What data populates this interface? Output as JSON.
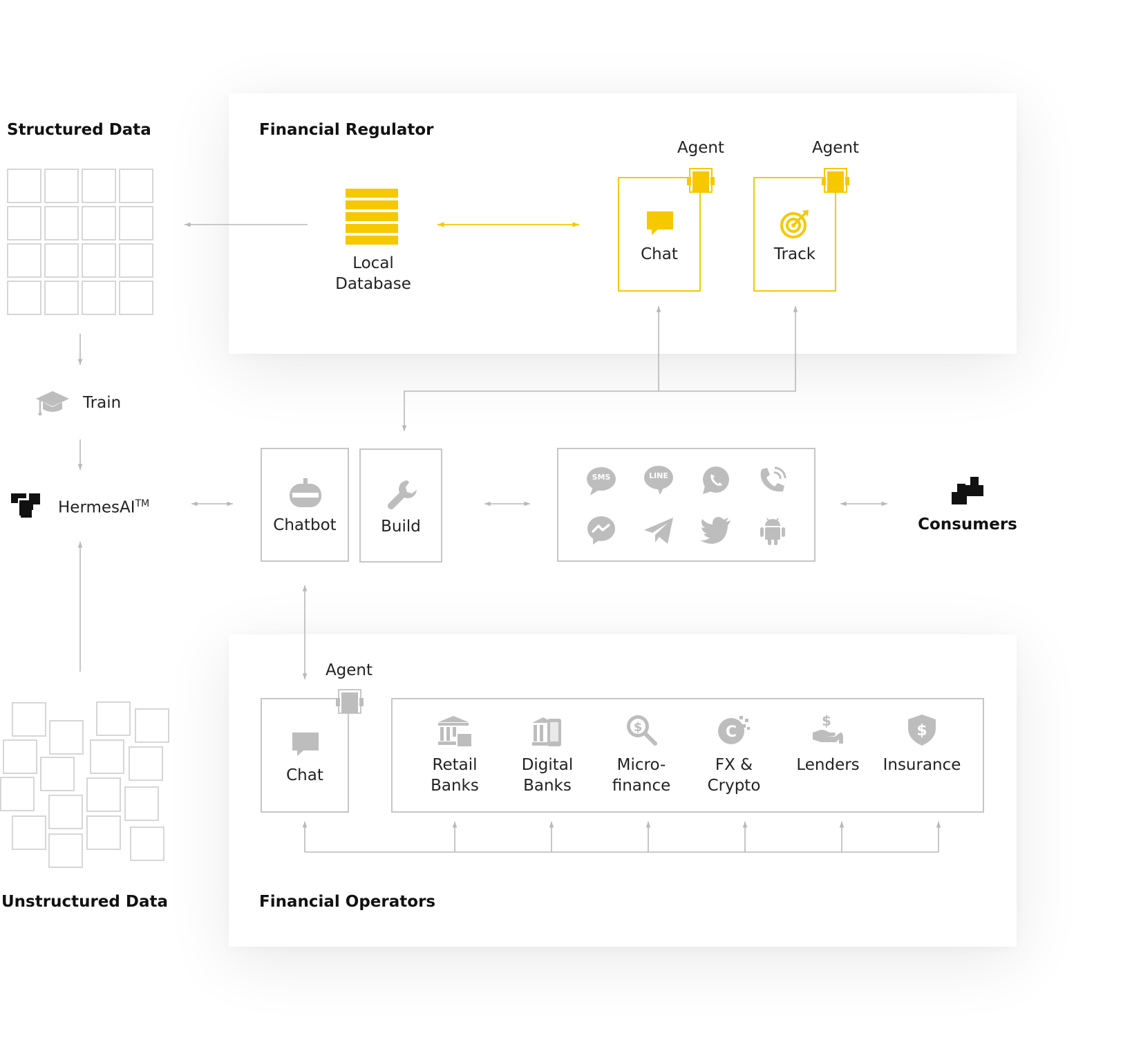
{
  "colors": {
    "accent": "#f6c800",
    "line": "#b8b8b8",
    "icon_gray": "#bdbdbd",
    "border": "#c6c6c6"
  },
  "structured": {
    "title": "Structured Data"
  },
  "unstructured": {
    "title": "Unstructured Data"
  },
  "train": {
    "label": "Train",
    "icon": "graduation-cap-icon"
  },
  "hermes": {
    "label": "HermesAI",
    "tm": "TM",
    "icon": "hermes-logo-icon"
  },
  "regulator": {
    "title": "Financial Regulator",
    "database": {
      "line1": "Local",
      "line2": "Database",
      "icon": "database-icon"
    },
    "agents": [
      {
        "agent_label": "Agent",
        "label": "Chat",
        "icon": "chat-icon"
      },
      {
        "agent_label": "Agent",
        "label": "Track",
        "icon": "target-icon"
      }
    ]
  },
  "middle": {
    "chatbot": {
      "label": "Chatbot",
      "icon": "robot-icon"
    },
    "build": {
      "label": "Build",
      "icon": "wrench-icon"
    },
    "channels": [
      "sms-icon",
      "line-icon",
      "whatsapp-icon",
      "phone-icon",
      "messenger-icon",
      "telegram-icon",
      "twitter-icon",
      "android-icon"
    ],
    "sms_text": "SMS",
    "line_text": "LINE"
  },
  "consumers": {
    "label": "Consumers",
    "icon": "consumers-icon"
  },
  "operators": {
    "title": "Financial Operators",
    "agent_label": "Agent",
    "chat_label": "Chat",
    "types": [
      {
        "line1": "Retail",
        "line2": "Banks",
        "icon": "bank-icon"
      },
      {
        "line1": "Digital",
        "line2": "Banks",
        "icon": "digital-bank-icon"
      },
      {
        "line1": "Micro-",
        "line2": "finance",
        "icon": "magnifier-dollar-icon"
      },
      {
        "line1": "FX &",
        "line2": "Crypto",
        "icon": "crypto-icon"
      },
      {
        "line1": "Lenders",
        "line2": "",
        "icon": "lending-hand-icon"
      },
      {
        "line1": "Insurance",
        "line2": "",
        "icon": "shield-dollar-icon"
      }
    ]
  }
}
